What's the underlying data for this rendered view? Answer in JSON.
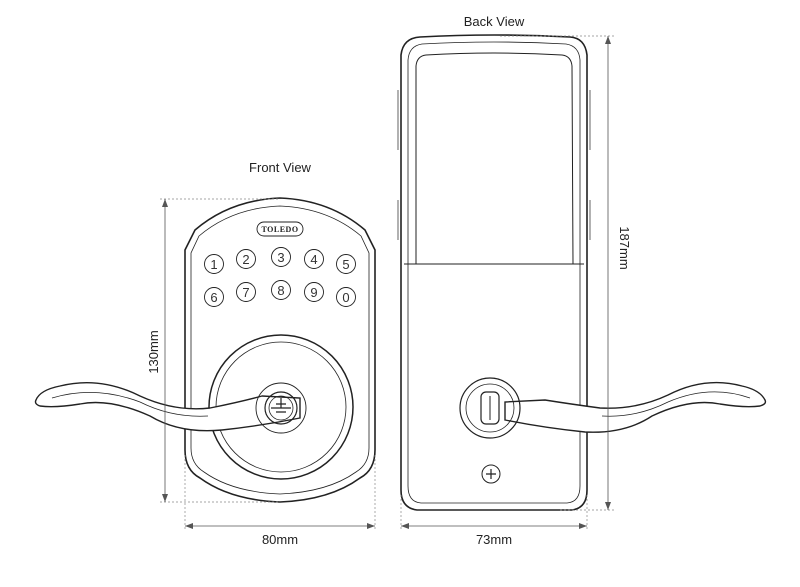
{
  "front_view": {
    "title": "Front View",
    "brand": "TOLEDO",
    "keypad_row1": [
      "1",
      "2",
      "3",
      "4",
      "5"
    ],
    "keypad_row2": [
      "6",
      "7",
      "8",
      "9",
      "0"
    ],
    "height_label": "130mm",
    "width_label": "80mm"
  },
  "back_view": {
    "title": "Back View",
    "height_label": "187mm",
    "width_label": "73mm"
  }
}
